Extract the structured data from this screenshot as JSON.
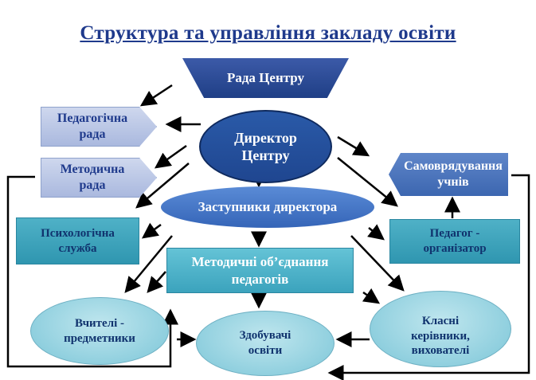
{
  "title": "Структура та управління закладу освіти",
  "nodes": {
    "rada": "Рада Центру",
    "director": [
      "Директор",
      "Центру"
    ],
    "pedrada": [
      "Педагогічна",
      "рада"
    ],
    "metrada": [
      "Методична",
      "рада"
    ],
    "samovr": [
      "Самоврядування",
      "учнів"
    ],
    "zastupnyky": "Заступники директора",
    "psykh": [
      "Психологічна",
      "служба"
    ],
    "pedorg": [
      "Педагог -",
      "організатор"
    ],
    "metob": [
      "Методичні об’єднання",
      "педагогів"
    ],
    "vchyteli": [
      "Вчителі -",
      "предметники"
    ],
    "zdobuvachi": [
      "Здобувачі",
      "освіти"
    ],
    "klasni": [
      "Класні",
      "керівники,",
      "вихователі"
    ]
  },
  "colors": {
    "title": "#1f3a8c",
    "dark_blue": "#1f4690",
    "teal": "#2f96b0",
    "light_teal": "#bfe6ee",
    "arrow": "#000000"
  }
}
